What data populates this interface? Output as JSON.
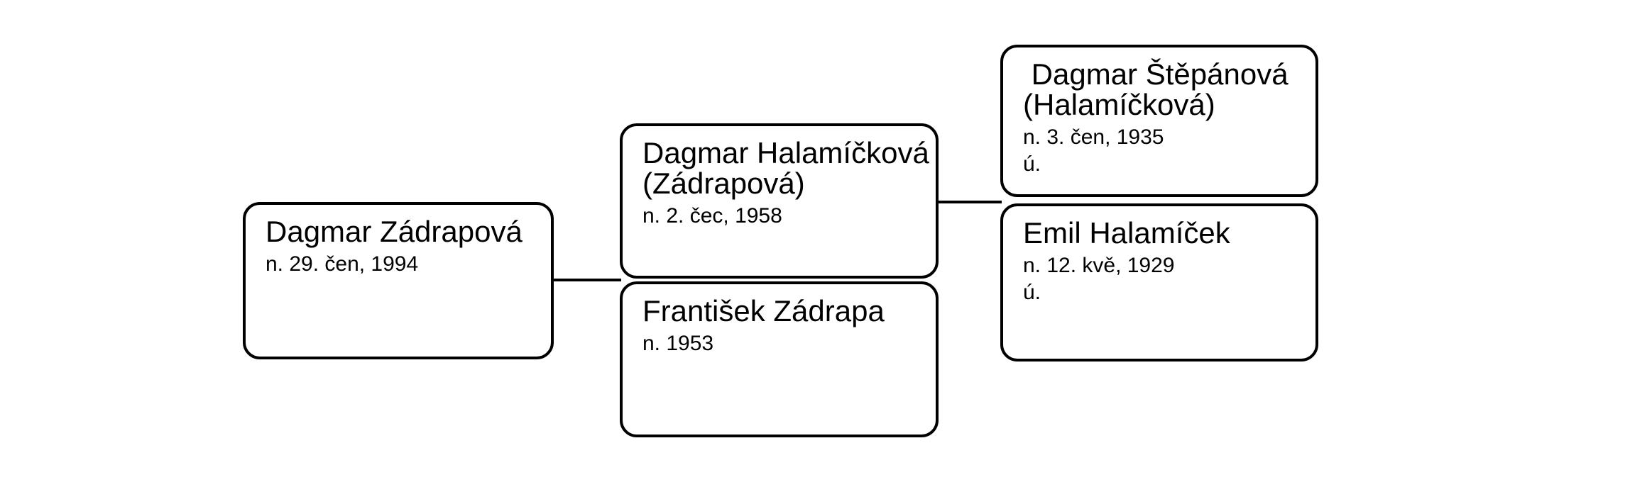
{
  "diagram_type": "family-tree",
  "colors": {
    "background": "#ffffff",
    "box_border": "#000000",
    "box_fill": "#ffffff",
    "text": "#000000",
    "connector": "#000000"
  },
  "persons": [
    {
      "id": "dagmar-zadrapova",
      "name_lines": [
        "Dagmar Zádrapová"
      ],
      "details": [
        "n. 29. čen, 1994"
      ]
    },
    {
      "id": "dagmar-halamickova",
      "name_lines": [
        "Dagmar Halamíčková",
        "(Zádrapová)"
      ],
      "details": [
        "n. 2. čec, 1958"
      ]
    },
    {
      "id": "frantisek-zadrapa",
      "name_lines": [
        "František Zádrapa"
      ],
      "details": [
        "n. 1953"
      ]
    },
    {
      "id": "dagmar-stepanova",
      "name_lines": [
        " Dagmar Štěpánová",
        "(Halamíčková)"
      ],
      "details": [
        "n. 3. čen, 1935",
        "ú."
      ]
    },
    {
      "id": "emil-halamicek",
      "name_lines": [
        "Emil Halamíček"
      ],
      "details": [
        "n. 12. kvě, 1929",
        "ú."
      ]
    }
  ],
  "connections": [
    {
      "from": "dagmar-zadrapova",
      "to_couple": [
        "dagmar-halamickova",
        "frantisek-zadrapa"
      ]
    },
    {
      "from": "dagmar-halamickova",
      "to_couple": [
        "dagmar-stepanova",
        "emil-halamicek"
      ]
    }
  ]
}
